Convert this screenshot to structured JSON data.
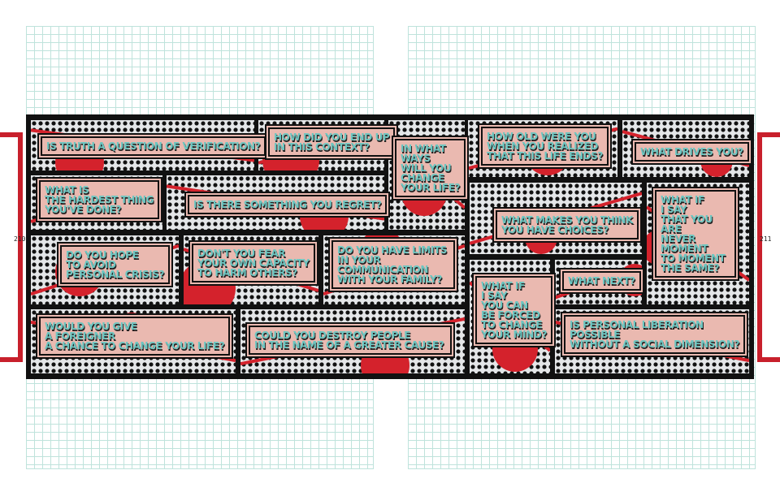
{
  "pages": {
    "left_number": "210",
    "right_number": "211"
  },
  "panels": [
    {
      "text": "Is truth a question of verification?"
    },
    {
      "text": "How did you end up\nin this context?"
    },
    {
      "text": "In what\nways\nwill you\nchange\nyour life?"
    },
    {
      "text": "How old were you\nwhen you realized\nthat this life ends?"
    },
    {
      "text": "What drives you?"
    },
    {
      "text": "What is\nthe hardest thing\nyou've done?"
    },
    {
      "text": "Is there something you regret?"
    },
    {
      "text": "What makes you think\nyou have choices?"
    },
    {
      "text": "What if\nI say\nthat you\nare\nnever\nmoment\nto moment\nthe same?"
    },
    {
      "text": "Do you hope\nto avoid\npersonal crisis?"
    },
    {
      "text": "Don't you fear\nyour own capacity\nto harm others?"
    },
    {
      "text": "Do you have limits\nin your\ncommunication\nwith your family?"
    },
    {
      "text": "What if\nI say\nyou can\nbe forced\nto change\nyour mind?"
    },
    {
      "text": "What next?"
    },
    {
      "text": "Would you give\na foreigner\na chance to change your life?"
    },
    {
      "text": "Could you destroy people\nin the name of a greater cause?"
    },
    {
      "text": "Is personal liberation\npossible\nwithout a social dimension?"
    }
  ],
  "colors": {
    "red": "#d4222c",
    "bubble": "#eab9b0",
    "text": "#6cc6c1",
    "ink": "#111111"
  }
}
